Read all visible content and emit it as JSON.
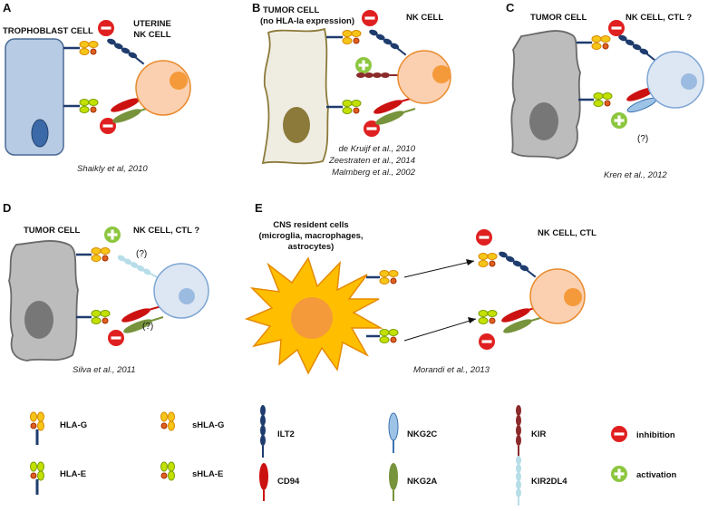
{
  "colors": {
    "trophoblast": "#b7cce4",
    "tumor": "#bcbcbc",
    "tumor_b": "#efede2",
    "nk_cell": "#fbd0b0",
    "ctl_cell": "#dde7f3",
    "cns": "#ffbf00",
    "hla_g": "#f5c518",
    "hla_e": "#c3e000",
    "ilt2": "#1f3c6e",
    "cd94": "#cc1111",
    "nkg2a": "#77933c",
    "nkg2c": "#9dc3e6",
    "kir": "#8b2a2a",
    "kir2dl4": "#b7dde8",
    "inhibition": "#e02020",
    "activation": "#8cc63f"
  },
  "panels": {
    "A": {
      "letter": "A",
      "left_title": "TROPHOBLAST CELL",
      "right_title_1": "UTERINE",
      "right_title_2": "NK CELL",
      "citation": "Shaikly et al, 2010"
    },
    "B": {
      "letter": "B",
      "left_title_1": "TUMOR CELL",
      "left_title_2": "(no HLA-Ia expression)",
      "right_title": "NK CELL",
      "citations": [
        "de Kruijf et al., 2010",
        "Zeestraten et al., 2014",
        "Malmberg et al., 2002"
      ]
    },
    "C": {
      "letter": "C",
      "left_title": "TUMOR CELL",
      "right_title": "NK CELL, CTL ?",
      "question": "(?)",
      "citation": "Kren et al., 2012"
    },
    "D": {
      "letter": "D",
      "left_title": "TUMOR CELL",
      "right_title": "NK CELL, CTL ?",
      "question_top": "(?)",
      "question_bottom": "(?)",
      "citation": "Silva et al., 2011"
    },
    "E": {
      "letter": "E",
      "left_title_1": "CNS resident cells",
      "left_title_2": "(microglia, macrophages,",
      "left_title_3": "astrocytes)",
      "right_title": "NK CELL, CTL",
      "citation": "Morandi et al., 2013"
    }
  },
  "legend": {
    "hla_g": "HLA-G",
    "shla_g": "sHLA-G",
    "hla_e": "HLA-E",
    "shla_e": "sHLA-E",
    "ilt2": "ILT2",
    "cd94": "CD94",
    "nkg2c": "NKG2C",
    "nkg2a": "NKG2A",
    "kir": "KIR",
    "kir2dl4": "KIR2DL4",
    "inhibition": "inhibition",
    "activation": "activation"
  }
}
